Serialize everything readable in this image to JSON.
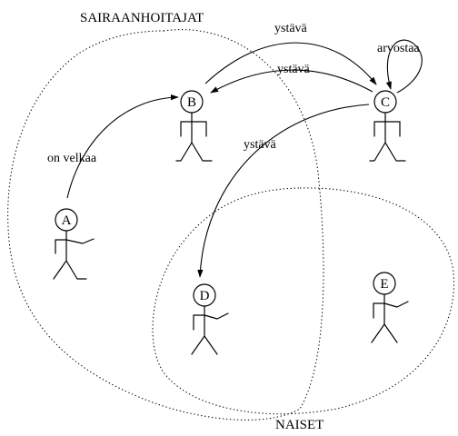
{
  "sets": {
    "nurses": {
      "label": "SAIRAANHOITAJAT"
    },
    "women": {
      "label": "NAISET"
    }
  },
  "people": {
    "a": {
      "label": "A"
    },
    "b": {
      "label": "B"
    },
    "c": {
      "label": "C"
    },
    "d": {
      "label": "D"
    },
    "e": {
      "label": "E"
    }
  },
  "relations": {
    "a_to_b": {
      "from": "A",
      "to": "B",
      "label": "on velkaa"
    },
    "b_to_c": {
      "from": "B",
      "to": "C",
      "label": "ystävä"
    },
    "c_to_b": {
      "from": "C",
      "to": "B",
      "label": "ystävä"
    },
    "c_to_d": {
      "from": "C",
      "to": "D",
      "label": "ystävä"
    },
    "c_to_c": {
      "from": "C",
      "to": "C",
      "label": "arvostaa"
    }
  }
}
